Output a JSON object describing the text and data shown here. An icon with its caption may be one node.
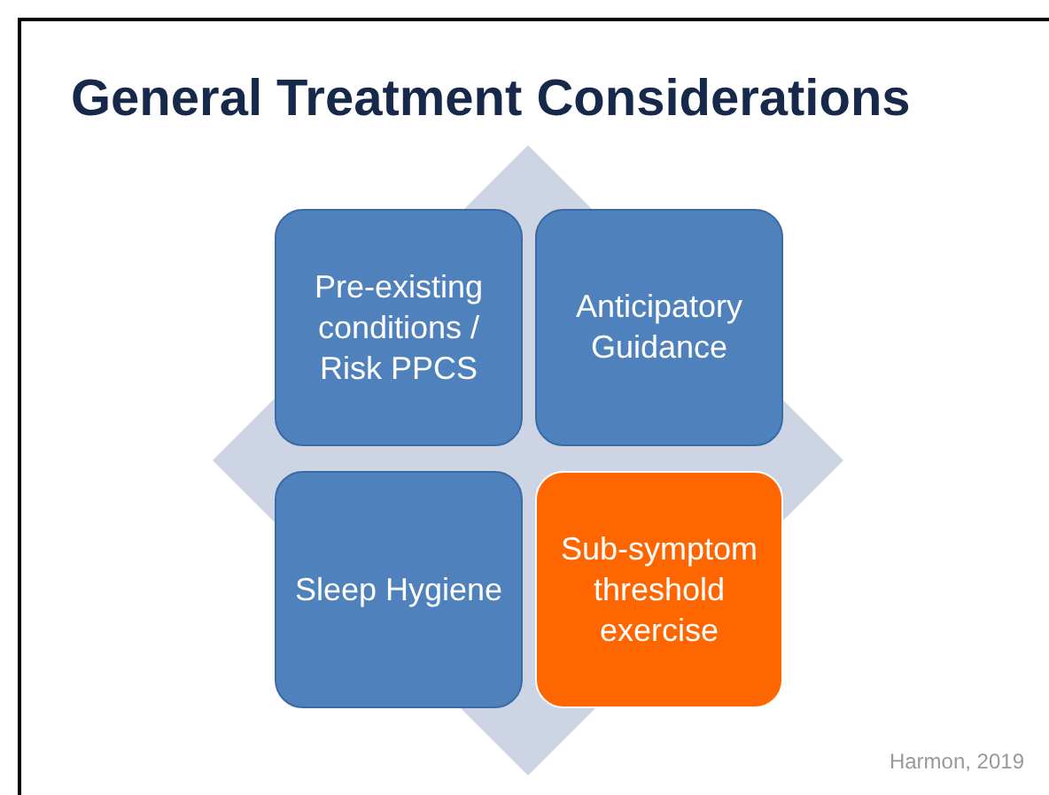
{
  "diagram": {
    "title": "General Treatment Considerations",
    "nodes": [
      {
        "text": [
          "Pre-existing conditions / Risk PPCS"
        ]
      },
      {
        "text": [
          "Anticipatory Guidance"
        ]
      },
      {
        "text": [
          "Sleep Hygiene"
        ]
      },
      {
        "text": [
          "Sub-symptom threshold exercise"
        ]
      }
    ],
    "edges": [],
    "labels": [
      "Harmon, 2019"
    ]
  }
}
